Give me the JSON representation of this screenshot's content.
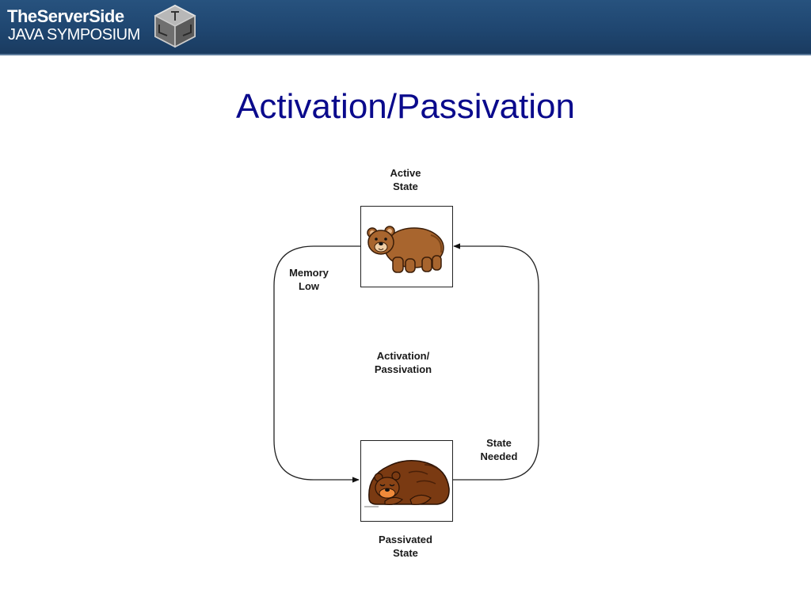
{
  "header": {
    "brand_line1": "TheServerSide",
    "brand_line2": "JAVA SYMPOSIUM",
    "logo_icon": "cube-logo-icon"
  },
  "slide": {
    "title": "Activation/Passivation"
  },
  "diagram": {
    "active_state": {
      "line1": "Active",
      "line2": "State",
      "icon": "standing-bear-icon"
    },
    "passivated_state": {
      "line1": "Passivated",
      "line2": "State",
      "icon": "sleeping-bear-icon"
    },
    "memory_low": {
      "line1": "Memory",
      "line2": "Low"
    },
    "state_needed": {
      "line1": "State",
      "line2": "Needed"
    },
    "center_label": {
      "line1": "Activation/",
      "line2": "Passivation"
    }
  },
  "colors": {
    "header": "#1f4670",
    "title": "#0a0a8c",
    "bear_brown": "#a8652e",
    "sleeping_bear": "#7a3a12"
  }
}
